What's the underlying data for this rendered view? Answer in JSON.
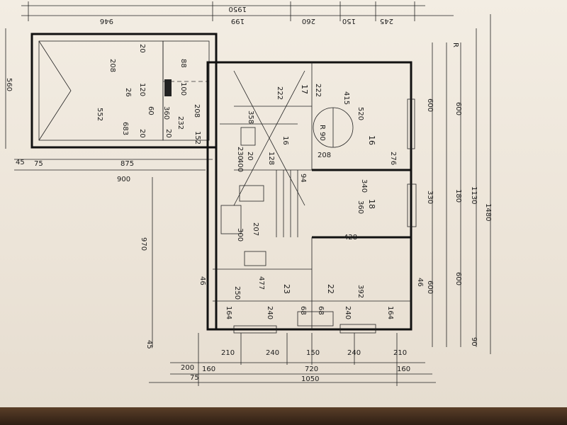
{
  "dims_top": [
    "946",
    "199",
    "260",
    "150",
    "245",
    "1950"
  ],
  "dims_bottom": [
    "210",
    "240",
    "150",
    "240",
    "210",
    "160",
    "720",
    "160",
    "200",
    "75",
    "1050"
  ],
  "dims_left": [
    "560",
    "45",
    "75",
    "875",
    "900",
    "970",
    "45"
  ],
  "dims_right": [
    "600",
    "600",
    "330",
    "180",
    "1130",
    "1480",
    "600",
    "600",
    "90",
    "R"
  ],
  "garage_labels": [
    "208",
    "88",
    "20",
    "120",
    "100",
    "26",
    "552",
    "683",
    "360",
    "60",
    "232",
    "208",
    "20",
    "20",
    "152"
  ],
  "rooms": [
    "17",
    "16",
    "18",
    "22",
    "23",
    "R 90"
  ],
  "room_dims": [
    "415",
    "520",
    "222",
    "222",
    "358",
    "276",
    "208",
    "340",
    "360",
    "428",
    "392",
    "477",
    "250",
    "164",
    "240",
    "68",
    "68",
    "240",
    "164",
    "46",
    "46",
    "230",
    "400",
    "300",
    "207",
    "128",
    "94",
    "20",
    "16"
  ]
}
